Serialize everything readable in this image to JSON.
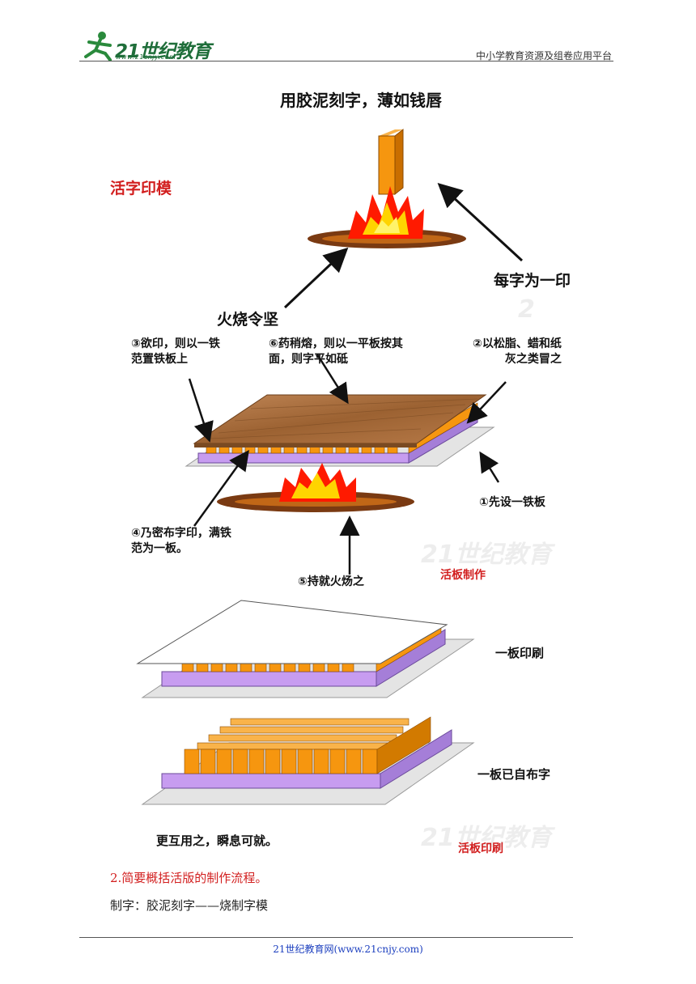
{
  "header": {
    "logo_text": "21世纪教育",
    "logo_sub": "www.21cnjy.com",
    "platform": "中小学教育资源及组卷应用平台"
  },
  "figure": {
    "title": "用胶泥刻字，薄如钱唇",
    "movable_type_label": "活字印模",
    "each_char_label": "每字为一印",
    "fire_harden_label": "火烧令坚",
    "step3": "③欲印，则以一铁\n范置铁板上",
    "step6": "⑥药稍熔，则以一平板按其\n面，则字平如砥",
    "step2": "②以松脂、蜡和纸\n灰之类冒之",
    "step1": "①先设一铁板",
    "step4": "④乃密布字印，满铁\n范为一板。",
    "step5": "⑤持就火炀之",
    "plate_making_label": "活板制作",
    "print_one_label": "一板印刷",
    "typeset_label": "一板已自布字",
    "alternate_label": "更互用之，瞬息可就。",
    "plate_printing_label": "活板印刷"
  },
  "body": {
    "question": "2.简要概括活版的制作流程。",
    "answer": "制字：胶泥刻字——烧制字模"
  },
  "footer": {
    "text": "21世纪教育网(www.21cnjy.com)"
  },
  "colors": {
    "accent_red": "#d21f1f",
    "type_orange": "#f6960f",
    "plate_purple": "#c79cf0",
    "wood_brown": "#a86b39",
    "link_blue": "#1c3fbf",
    "logo_green": "#1f6e3a"
  }
}
